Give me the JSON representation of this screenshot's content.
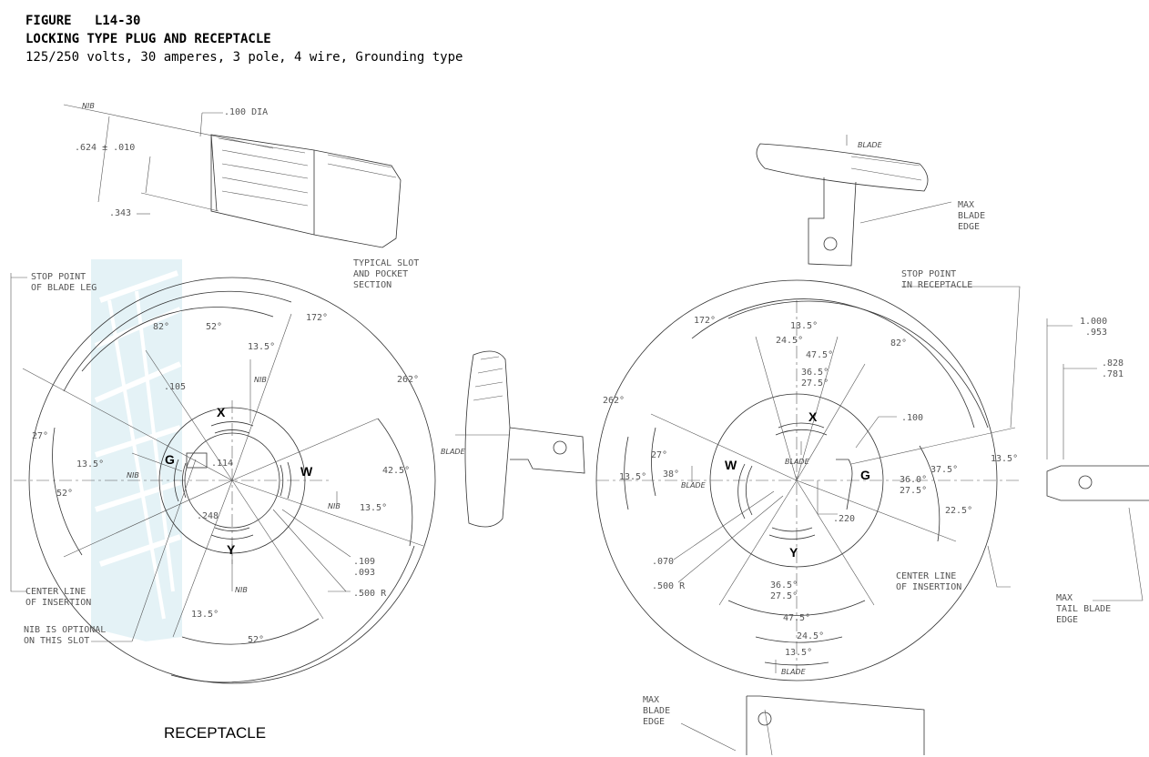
{
  "header": {
    "figure": "FIGURE   L14-30",
    "title": "LOCKING TYPE PLUG AND RECEPTACLE",
    "subtitle": "125/250 volts, 30 amperes, 3 pole, 4 wire, Grounding type"
  },
  "labels": {
    "receptacle": "RECEPTACLE",
    "nib": "NIB",
    "blade": "BLADE",
    "dia": ".100 DIA",
    "dim_624": ".624 ± .010",
    "dim_343": ".343",
    "typical_slot_1": "TYPICAL SLOT",
    "typical_slot_2": "AND POCKET",
    "typical_slot_3": "SECTION",
    "stop_blade_1": "STOP POINT",
    "stop_blade_2": "OF BLADE LEG",
    "stop_recept_1": "STOP POINT",
    "stop_recept_2": "IN RECEPTACLE",
    "max_blade_1": "MAX",
    "max_blade_2": "BLADE",
    "max_blade_3": "EDGE",
    "center_line_1": "CENTER LINE",
    "center_line_2": "OF INSERTION",
    "nib_opt_1": "NIB IS OPTIONAL",
    "nib_opt_2": "ON THIS SLOT",
    "max_tail_1": "MAX",
    "max_tail_2": "TAIL BLADE",
    "max_tail_3": "EDGE",
    "dim_1000": "1.000",
    "dim_953": ".953",
    "dim_828": ".828",
    "dim_781": ".781",
    "dim_105": ".105",
    "dim_114": ".114",
    "dim_248": ".248",
    "dim_109": ".109",
    "dim_093": ".093",
    "dim_500r_l": ".500 R",
    "dim_100": ".100",
    "dim_220": ".220",
    "dim_070": ".070",
    "dim_500r_r": ".500 R"
  },
  "poles": {
    "x": "X",
    "w": "W",
    "g": "G",
    "y": "Y"
  },
  "angles_left": {
    "a172": "172°",
    "a262": "262°",
    "a82": "82°",
    "a52t": "52°",
    "a135t": "13.5°",
    "a27": "27°",
    "a135l": "13.5°",
    "a52l": "52°",
    "a425": "42.5°",
    "a135r": "13.5°",
    "a135b": "13.5°",
    "a52b": "52°"
  },
  "angles_right": {
    "a172": "172°",
    "a262": "262°",
    "a82": "82°",
    "a135t": "13.5°",
    "a245t": "24.5°",
    "a475t": "47.5°",
    "a365t": "36.5°",
    "a275t": "27.5°",
    "a27": "27°",
    "a38": "38°",
    "a135l": "13.5°",
    "a36": "36.0°",
    "a275g": "27.5°",
    "a375": "37.5°",
    "a135g": "13.5°",
    "a225": "22.5°",
    "a365b": "36.5°",
    "a275b": "27.5°",
    "a475b": "47.5°",
    "a245b": "24.5°",
    "a135b": "13.5°"
  }
}
